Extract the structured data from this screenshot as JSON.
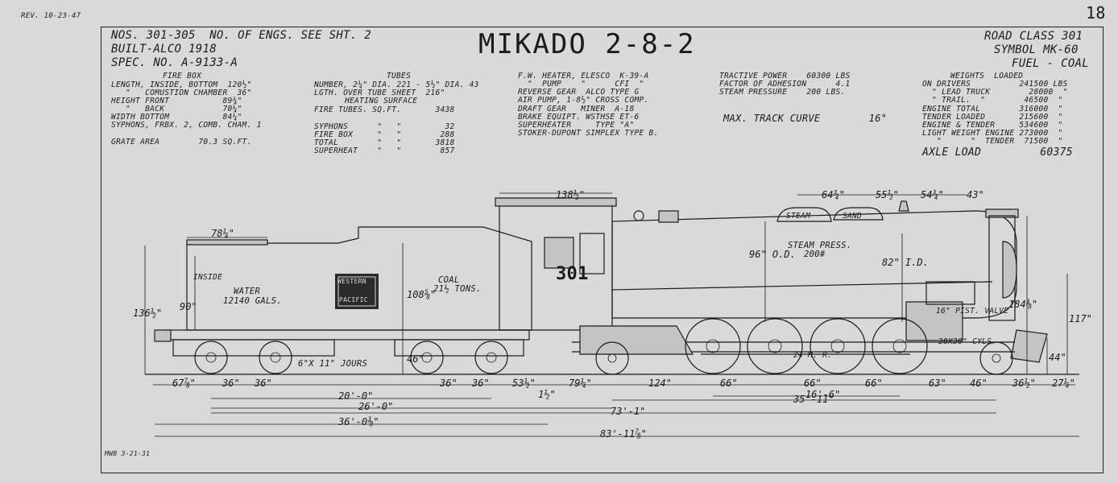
{
  "revision": "REV. 10-23-47",
  "sheet_number": "18",
  "signature": "MWB 3-21-31",
  "title": "MIKADO 2-8-2",
  "header_left": [
    "NOS. 301-305  NO. OF ENGS. SEE SHT. 2",
    "BUILT-ALCO 1918",
    "SPEC. NO. A-9133-A"
  ],
  "header_right": [
    "ROAD CLASS 301",
    "SYMBOL MK-60",
    "FUEL - COAL"
  ],
  "firebox": {
    "heading": "FIRE BOX",
    "lines": [
      "LENGTH, INSIDE, BOTTOM  120½\"",
      "   \"   COMUSTION CHAMBER  36\"",
      "HEIGHT FRONT           89¾\"",
      "   \"   BACK            70¼\"",
      "WIDTH BOTTOM           84¼\"",
      "SYPHONS, FRBX. 2, COMB. CHAM. 1"
    ],
    "grate": "GRATE AREA        70.3 SQ.FT."
  },
  "tubes": {
    "heading": "TUBES",
    "lines": [
      "NUMBER, 2¼\" DIA. 221 - 5½\" DIA. 43",
      "LGTH. OVER TUBE SHEET  216\""
    ],
    "heating_heading": "HEATING SURFACE",
    "heating": [
      "FIRE TUBES. SQ.FT.       3438",
      "",
      "SYPHONS      \"   \"         32",
      "FIRE BOX     \"   \"        288",
      "TOTAL        \"   \"       3818",
      "SUPERHEAT    \"   \"        857"
    ]
  },
  "equipment": [
    "F.W. HEATER, ELESCO  K-39-A",
    "  \"  PUMP    \"      CFI  \"",
    "REVERSE GEAR  ALCO TYPE G",
    "AIR PUMP, 1-8½\" CROSS COMP.",
    "DRAFT GEAR   MINER  A-18",
    "BRAKE EQUIPT. WSTHSE ET-6",
    "SUPERHEATER     TYPE \"A\"",
    "STOKER-DUPONT SIMPLEX TYPE B."
  ],
  "power": [
    "TRACTIVE POWER    60300 LBS",
    "FACTOR OF ADHESION      4.1",
    "STEAM PRESSURE    200 LBS."
  ],
  "max_curve": "MAX. TRACK CURVE        16°",
  "weights": {
    "heading": "WEIGHTS  LOADED",
    "lines": [
      "ON DRIVERS          241500 LBS",
      "  \" LEAD TRUCK        28000  \"",
      "  \" TRAIL.  \"        46500  \"",
      "ENGINE TOTAL        316000  \"",
      "TENDER LOADED       215600  \"",
      "ENGINE & TENDER     534600  \"",
      "LIGHT WEIGHT ENGINE 273000  \"",
      "   \"      \"  TENDER  71500  \""
    ],
    "axle": "AXLE LOAD         60375"
  },
  "labels": {
    "water": "WATER",
    "water_qty": "12140 GALS.",
    "coal": "COAL",
    "coal_qty": "21½ TONS.",
    "journals": "6\"X 11\" JOURS",
    "steam_press": "STEAM PRESS.",
    "steam_press_val": "200#",
    "steam_dome": "STEAM",
    "sand_dome": "SAND",
    "cab_number": "301",
    "herald": [
      "WESTERN",
      "PACIFIC"
    ],
    "valve": "16\" PIST. VALVE",
    "cylinders": "28X30\" CYLS.",
    "inside": "INSIDE",
    "drivers": "24 M. R."
  },
  "dims": {
    "tender_top": "78¼\"",
    "cab_top": "138½\"",
    "domes": [
      "64¾\"",
      "55½\"",
      "54¾\"",
      "43\""
    ],
    "v_tender": "136½\"",
    "v_inside": "90\"",
    "v_coal": "108⅝\"",
    "v_46": "46\"",
    "v_od": "96\" O.D.",
    "v_id": "82\" I.D.",
    "v_stack": "184⅜\"",
    "v_117": "117\"",
    "v_44": "44\"",
    "row1": [
      "67⅞\"",
      "36\"",
      "36\"",
      "36\"",
      "36\"",
      "53½\"",
      "79¼\"",
      "124\"",
      "66\"",
      "66\"",
      "66\"",
      "63\"",
      "46\"",
      "36½\"",
      "27¼\""
    ],
    "small": "1½\"",
    "r_16_6": "16'-6\"",
    "r_20_0": "20'-0\"",
    "r_26_0": "26'-0\"",
    "r_35_11": "35'-11\"",
    "r_36_0": "36'-0⅜\"",
    "r_73_1": "73'-1\"",
    "r_83_11": "83'-11⅞\""
  }
}
